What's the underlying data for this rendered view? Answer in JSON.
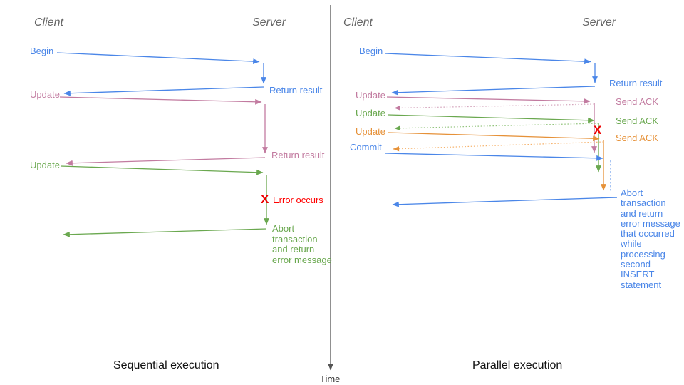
{
  "colors": {
    "blue": "#4a86e8",
    "pink": "#c27ba0",
    "green": "#6aa84f",
    "orange": "#e69138",
    "red": "#ff0000",
    "ack_pink_dotted": "#d5a6bd",
    "ack_green_dotted": "#93c47d",
    "ack_orange_dotted": "#f6b26b",
    "header_gray": "#666666",
    "time_axis": "#555555"
  },
  "left_panel": {
    "client_header": "Client",
    "server_header": "Server",
    "begin_label": "Begin",
    "return_result_1": "Return result",
    "update_1": "Update",
    "return_result_2": "Return result",
    "update_2": "Update",
    "error_x": "X",
    "error_label": "Error occurs",
    "abort_label": "Abort\ntransaction\nand return\nerror message",
    "title": "Sequential execution"
  },
  "right_panel": {
    "client_header": "Client",
    "server_header": "Server",
    "begin_label": "Begin",
    "return_result": "Return result",
    "update_1": "Update",
    "send_ack_1": "Send ACK",
    "update_2": "Update",
    "send_ack_2": "Send ACK",
    "update_3": "Update",
    "send_ack_3": "Send ACK",
    "error_x": "X",
    "commit_label": "Commit",
    "abort_label": "Abort\ntransaction\nand return\nerror message\nthat occurred\nwhile\nprocessing\nsecond\nINSERT\nstatement",
    "title": "Parallel execution"
  },
  "time_axis": {
    "label": "Time"
  }
}
